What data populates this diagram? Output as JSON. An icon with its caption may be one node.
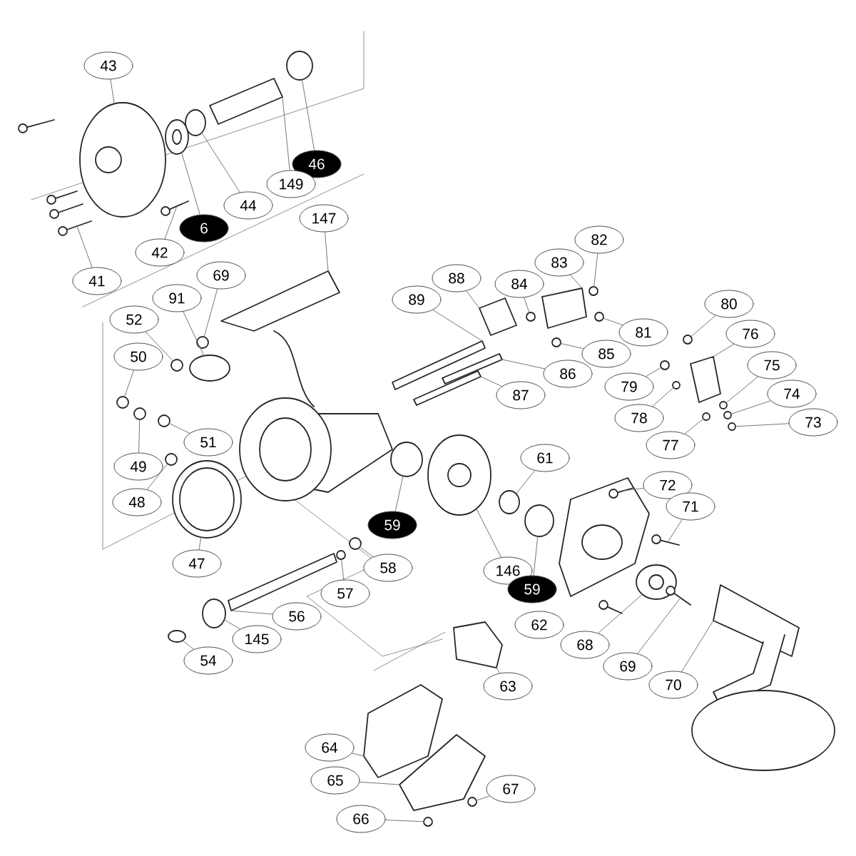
{
  "diagram": {
    "nodes": [
      {
        "text": [
          "43"
        ]
      },
      {
        "text": [
          "46"
        ]
      },
      {
        "text": [
          "149"
        ]
      },
      {
        "text": [
          "44"
        ]
      },
      {
        "text": [
          "6"
        ]
      },
      {
        "text": [
          "42"
        ]
      },
      {
        "text": [
          "41"
        ]
      },
      {
        "text": [
          "147"
        ]
      },
      {
        "text": [
          "69"
        ]
      },
      {
        "text": [
          "91"
        ]
      },
      {
        "text": [
          "52"
        ]
      },
      {
        "text": [
          "89"
        ]
      },
      {
        "text": [
          "88"
        ]
      },
      {
        "text": [
          "82"
        ]
      },
      {
        "text": [
          "83"
        ]
      },
      {
        "text": [
          "84"
        ]
      },
      {
        "text": [
          "81"
        ]
      },
      {
        "text": [
          "85"
        ]
      },
      {
        "text": [
          "86"
        ]
      },
      {
        "text": [
          "87"
        ]
      },
      {
        "text": [
          "80"
        ]
      },
      {
        "text": [
          "76"
        ]
      },
      {
        "text": [
          "79"
        ]
      },
      {
        "text": [
          "75"
        ]
      },
      {
        "text": [
          "74"
        ]
      },
      {
        "text": [
          "78"
        ]
      },
      {
        "text": [
          "73"
        ]
      },
      {
        "text": [
          "77"
        ]
      },
      {
        "text": [
          "50"
        ]
      },
      {
        "text": [
          "49"
        ]
      },
      {
        "text": [
          "51"
        ]
      },
      {
        "text": [
          "48"
        ]
      },
      {
        "text": [
          "47"
        ]
      },
      {
        "text": [
          "59"
        ]
      },
      {
        "text": [
          "61"
        ]
      },
      {
        "text": [
          "72"
        ]
      },
      {
        "text": [
          "71"
        ]
      },
      {
        "text": [
          "58"
        ]
      },
      {
        "text": [
          "57"
        ]
      },
      {
        "text": [
          "146"
        ]
      },
      {
        "text": [
          "59"
        ]
      },
      {
        "text": [
          "56"
        ]
      },
      {
        "text": [
          "145"
        ]
      },
      {
        "text": [
          "62"
        ]
      },
      {
        "text": [
          "68"
        ]
      },
      {
        "text": [
          "69"
        ]
      },
      {
        "text": [
          "70"
        ]
      },
      {
        "text": [
          "63"
        ]
      },
      {
        "text": [
          "54"
        ]
      },
      {
        "text": [
          "64"
        ]
      },
      {
        "text": [
          "65"
        ]
      },
      {
        "text": [
          "67"
        ]
      },
      {
        "text": [
          "66"
        ]
      },
      {
        "text": [],
        "shape": "picture"
      },
      {
        "text": [],
        "shape": "circle"
      },
      {
        "text": [],
        "shape": "bar"
      },
      {
        "text": [],
        "shape": "circle"
      },
      {
        "text": [],
        "shape": "picture"
      },
      {
        "text": [],
        "shape": "picture"
      },
      {
        "text": [],
        "shape": "picture"
      },
      {
        "text": [],
        "shape": "bar"
      },
      {
        "text": [],
        "shape": "circle"
      },
      {
        "text": [],
        "shape": "circle"
      },
      {
        "text": [],
        "shape": "circle"
      },
      {
        "text": [],
        "shape": "bar"
      },
      {
        "text": [],
        "shape": "box"
      },
      {
        "text": [],
        "shape": "circle"
      },
      {
        "text": [],
        "shape": "box"
      },
      {
        "text": [],
        "shape": "circle"
      },
      {
        "text": [],
        "shape": "circle"
      },
      {
        "text": [],
        "shape": "circle"
      },
      {
        "text": [],
        "shape": "bar"
      },
      {
        "text": [],
        "shape": "bar"
      },
      {
        "text": [],
        "shape": "circle"
      },
      {
        "text": [],
        "shape": "box"
      },
      {
        "text": [],
        "shape": "circle"
      },
      {
        "text": [],
        "shape": "circle"
      },
      {
        "text": [],
        "shape": "circle"
      },
      {
        "text": [],
        "shape": "circle"
      },
      {
        "text": [],
        "shape": "circle"
      },
      {
        "text": [],
        "shape": "circle"
      },
      {
        "text": [],
        "shape": "circle"
      },
      {
        "text": [],
        "shape": "circle"
      },
      {
        "text": [],
        "shape": "circle"
      },
      {
        "text": [],
        "shape": "circle"
      },
      {
        "text": [],
        "shape": "picture"
      },
      {
        "text": [],
        "shape": "circle"
      },
      {
        "text": [],
        "shape": "circle"
      },
      {
        "text": [],
        "shape": "picture"
      },
      {
        "text": [],
        "shape": "picture"
      },
      {
        "text": [],
        "shape": "circle"
      },
      {
        "text": [],
        "shape": "circle"
      },
      {
        "text": [],
        "shape": "picture"
      },
      {
        "text": [],
        "shape": "circle"
      },
      {
        "text": [],
        "shape": "bar"
      },
      {
        "text": [],
        "shape": "circle"
      },
      {
        "text": [],
        "shape": "picture"
      },
      {
        "text": [],
        "shape": "picture"
      },
      {
        "text": [],
        "shape": "picture"
      },
      {
        "text": [],
        "shape": "box"
      },
      {
        "text": [],
        "shape": "circle"
      },
      {
        "text": [],
        "shape": "box"
      },
      {
        "text": [],
        "shape": "box"
      },
      {
        "text": [],
        "shape": "circle"
      },
      {
        "text": [],
        "shape": "circle"
      }
    ],
    "edges": [
      {
        "from": 0,
        "to": 53,
        "arrow": "none"
      },
      {
        "from": 1,
        "to": 54,
        "arrow": "none"
      },
      {
        "from": 2,
        "to": 55,
        "arrow": "none"
      },
      {
        "from": 3,
        "to": 56,
        "arrow": "none"
      },
      {
        "from": 4,
        "to": 57,
        "arrow": "none"
      },
      {
        "from": 5,
        "to": 58,
        "arrow": "none"
      },
      {
        "from": 6,
        "to": 59,
        "arrow": "none"
      },
      {
        "from": 7,
        "to": 60,
        "arrow": "none"
      },
      {
        "from": 8,
        "to": 61,
        "arrow": "none"
      },
      {
        "from": 9,
        "to": 62,
        "arrow": "none"
      },
      {
        "from": 10,
        "to": 63,
        "arrow": "none"
      },
      {
        "from": 11,
        "to": 64,
        "arrow": "none"
      },
      {
        "from": 12,
        "to": 65,
        "arrow": "none"
      },
      {
        "from": 13,
        "to": 66,
        "arrow": "none"
      },
      {
        "from": 14,
        "to": 67,
        "arrow": "none"
      },
      {
        "from": 15,
        "to": 68,
        "arrow": "none"
      },
      {
        "from": 16,
        "to": 69,
        "arrow": "none"
      },
      {
        "from": 17,
        "to": 70,
        "arrow": "none"
      },
      {
        "from": 18,
        "to": 71,
        "arrow": "none"
      },
      {
        "from": 19,
        "to": 72,
        "arrow": "none"
      },
      {
        "from": 20,
        "to": 73,
        "arrow": "none"
      },
      {
        "from": 21,
        "to": 74,
        "arrow": "none"
      },
      {
        "from": 22,
        "to": 75,
        "arrow": "none"
      },
      {
        "from": 23,
        "to": 76,
        "arrow": "none"
      },
      {
        "from": 24,
        "to": 77,
        "arrow": "none"
      },
      {
        "from": 25,
        "to": 78,
        "arrow": "none"
      },
      {
        "from": 26,
        "to": 79,
        "arrow": "none"
      },
      {
        "from": 27,
        "to": 80,
        "arrow": "none"
      },
      {
        "from": 28,
        "to": 81,
        "arrow": "none"
      },
      {
        "from": 29,
        "to": 82,
        "arrow": "none"
      },
      {
        "from": 30,
        "to": 83,
        "arrow": "none"
      },
      {
        "from": 31,
        "to": 84,
        "arrow": "none"
      },
      {
        "from": 32,
        "to": 85,
        "arrow": "none"
      },
      {
        "from": 33,
        "to": 86,
        "arrow": "none"
      },
      {
        "from": 34,
        "to": 87,
        "arrow": "none"
      },
      {
        "from": 35,
        "to": 88,
        "arrow": "none"
      },
      {
        "from": 36,
        "to": 89,
        "arrow": "none"
      },
      {
        "from": 37,
        "to": 90,
        "arrow": "none"
      },
      {
        "from": 38,
        "to": 91,
        "arrow": "none"
      },
      {
        "from": 39,
        "to": 92,
        "arrow": "none"
      },
      {
        "from": 40,
        "to": 93,
        "arrow": "none"
      },
      {
        "from": 41,
        "to": 94,
        "arrow": "none"
      },
      {
        "from": 42,
        "to": 95,
        "arrow": "none"
      },
      {
        "from": 44,
        "to": 96,
        "arrow": "none"
      },
      {
        "from": 45,
        "to": 97,
        "arrow": "none"
      },
      {
        "from": 46,
        "to": 98,
        "arrow": "none"
      },
      {
        "from": 47,
        "to": 99,
        "arrow": "none"
      },
      {
        "from": 48,
        "to": 100,
        "arrow": "none"
      },
      {
        "from": 49,
        "to": 101,
        "arrow": "none"
      },
      {
        "from": 50,
        "to": 102,
        "arrow": "none"
      },
      {
        "from": 51,
        "to": 103,
        "arrow": "none"
      },
      {
        "from": 52,
        "to": 104,
        "arrow": "none"
      }
    ]
  }
}
